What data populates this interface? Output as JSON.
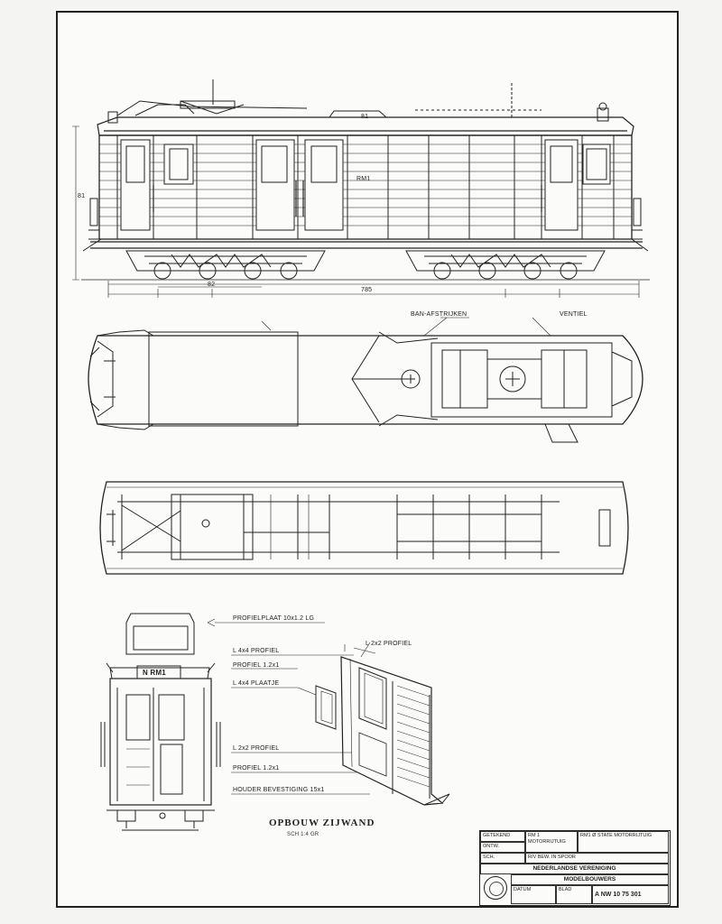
{
  "drawing": {
    "numbers": {
      "roof_mark": "81",
      "body_number": "RM1"
    },
    "dims": {
      "wheelbase": "82",
      "center_distance": "785",
      "height": "81"
    },
    "plan_view": {
      "labels": [
        "BAN-AFSTRIJKEN",
        "VENTIEL"
      ]
    },
    "end_view": {
      "destination_sign": "N RM1"
    },
    "callouts": [
      "PROFIELPLAAT 10x1.2 LG",
      "L 4x4 PROFIEL",
      "PROFIEL 1.2x1",
      "L 4x4 PLAATJE",
      "L 2x2 PROFIEL",
      "PROFIEL 1.2x1",
      "HOUDER BEVESTIGING 15x1",
      "L 2x2 PROFIEL"
    ],
    "section_title": "OPBOUW ZIJWAND",
    "section_subtitle": "SCH 1:4 GR"
  },
  "title_block": {
    "organization_line1": "NEDERLANDSE VERENIGING",
    "organization_line2": "MODELBOUWERS",
    "drawing_number": "A NW 10 75 301",
    "cells": [
      "GETEKEND",
      "ONTW.",
      "RM 1 MOTORRIJTUIG",
      "RM1 Ø STATE MOTORRIJTUIG",
      "SCH.",
      "R/V BEW. IN SPOOR",
      "DATUM",
      "BLAD"
    ]
  },
  "colors": {
    "ink": "#222222",
    "paper": "#fbfbf9"
  }
}
